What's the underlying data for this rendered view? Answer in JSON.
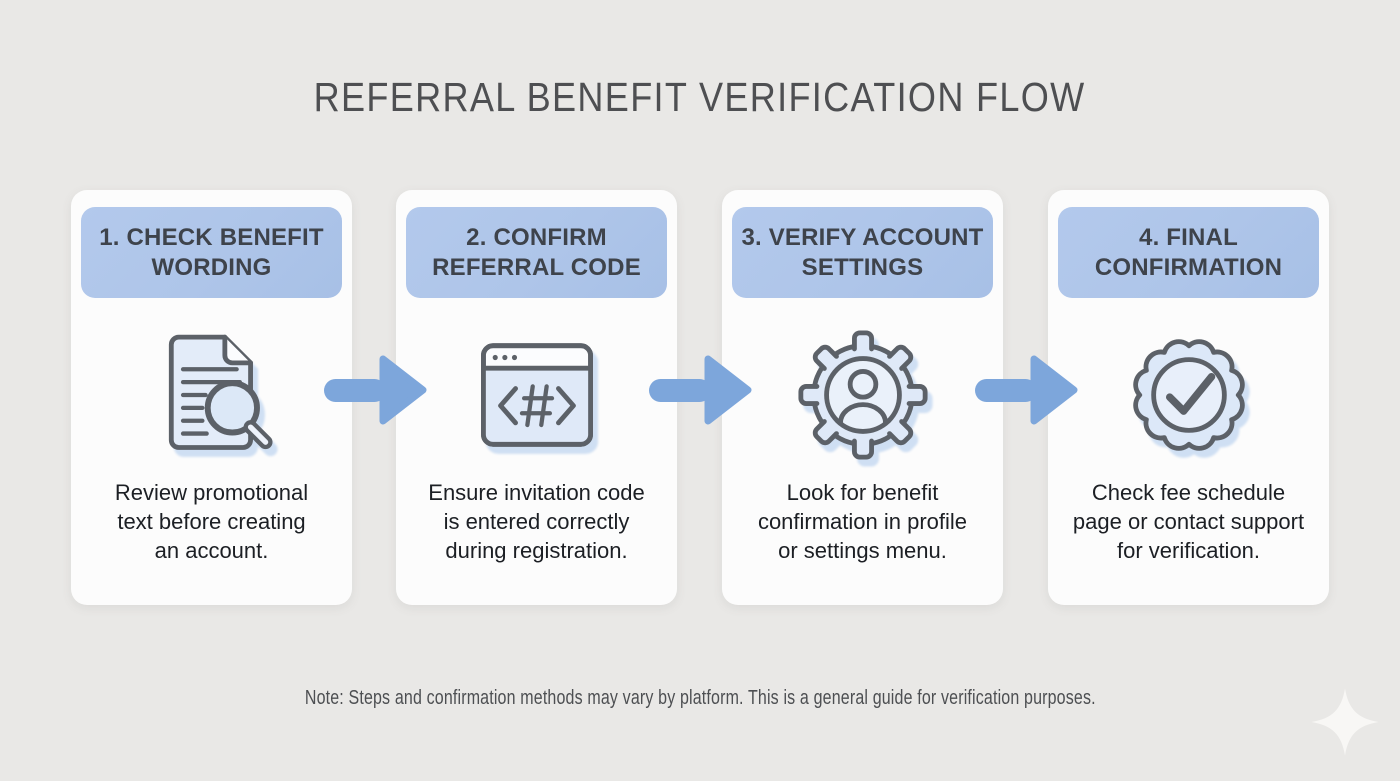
{
  "title": "REFERRAL BENEFIT VERIFICATION FLOW",
  "note": "Note: Steps and confirmation methods may vary by platform. This is a general guide for verification purposes.",
  "steps": [
    {
      "title": "1. CHECK BENEFIT\nWORDING",
      "description": "Review promotional\ntext before creating\nan account.",
      "icon": "document-magnifier-icon"
    },
    {
      "title": "2. CONFIRM\nREFERRAL CODE",
      "description": "Ensure invitation code\nis entered correctly\nduring registration.",
      "icon": "browser-code-icon"
    },
    {
      "title": "3. VERIFY ACCOUNT\nSETTINGS",
      "description": "Look for benefit\nconfirmation in profile\nor settings menu.",
      "icon": "gear-user-icon"
    },
    {
      "title": "4. FINAL\nCONFIRMATION",
      "description": "Check fee schedule\npage or contact support\nfor verification.",
      "icon": "badge-check-icon"
    }
  ],
  "colors": {
    "background": "#e9e8e6",
    "card": "#fcfcfc",
    "badge": "#aec5e9",
    "badge_text": "#3e434b",
    "title_text": "#4e4f52",
    "body_text": "#1c1f24",
    "note_text": "#4d4f52",
    "arrow": "#7da6db",
    "icon_stroke": "#5c6168",
    "icon_fill": "#dfe9f8",
    "sparkle": "#f8f7f5"
  }
}
